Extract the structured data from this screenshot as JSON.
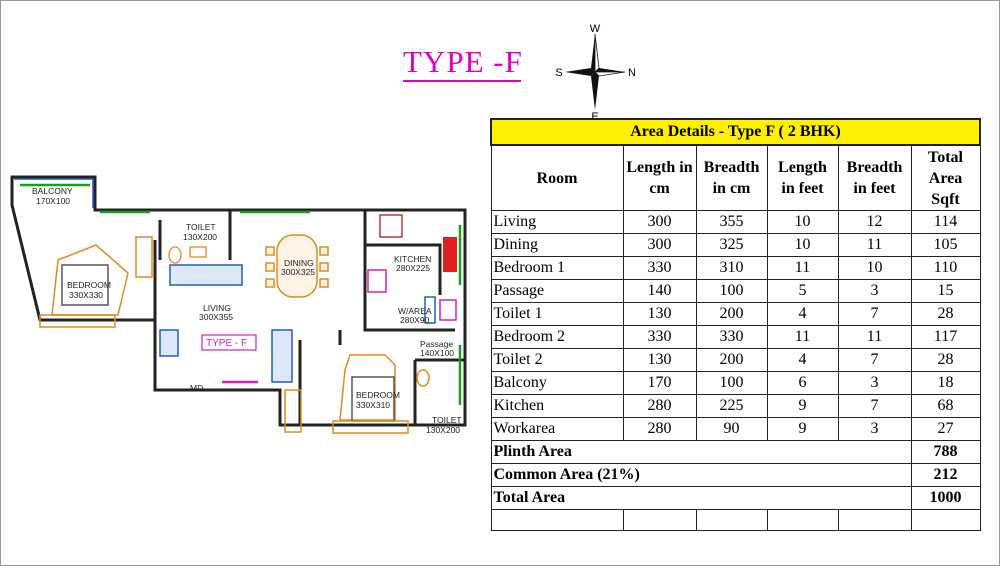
{
  "title": "TYPE -F",
  "compass": {
    "w": "W",
    "n": "N",
    "s": "S",
    "e": "E"
  },
  "plan": {
    "balcony": "BALCONY",
    "balcony_dim": "170X100",
    "toilet1": "TOILET",
    "toilet1_dim": "130X200",
    "dining": "DINING",
    "dining_dim": "300X325",
    "kitchen": "KITCHEN",
    "kitchen_dim": "280X225",
    "bedroom1": "BEDROOM",
    "bedroom1_dim": "330X330",
    "living": "LIVING",
    "living_dim": "300X355",
    "warea": "W/AREA",
    "warea_dim": "280X90",
    "type_tag": "TYPE - F",
    "passage": "Passage",
    "passage_dim": "140X100",
    "md": "MD",
    "bedroom2": "BEDROOM",
    "bedroom2_dim": "330X310",
    "toilet2": "TOILET",
    "toilet2_dim": "130X200"
  },
  "table": {
    "caption": "Area Details - Type F ( 2 BHK)",
    "headers": [
      "Room",
      "Length in cm",
      "Breadth in cm",
      "Length in feet",
      "Breadth in feet",
      "Total Area Sqft"
    ],
    "rows": [
      {
        "room": "Living",
        "len_cm": "300",
        "br_cm": "355",
        "len_ft": "10",
        "br_ft": "12",
        "area": "114"
      },
      {
        "room": "Dining",
        "len_cm": "300",
        "br_cm": "325",
        "len_ft": "10",
        "br_ft": "11",
        "area": "105"
      },
      {
        "room": "Bedroom 1",
        "len_cm": "330",
        "br_cm": "310",
        "len_ft": "11",
        "br_ft": "10",
        "area": "110"
      },
      {
        "room": "Passage",
        "len_cm": "140",
        "br_cm": "100",
        "len_ft": "5",
        "br_ft": "3",
        "area": "15"
      },
      {
        "room": "Toilet 1",
        "len_cm": "130",
        "br_cm": "200",
        "len_ft": "4",
        "br_ft": "7",
        "area": "28"
      },
      {
        "room": "Bedroom 2",
        "len_cm": "330",
        "br_cm": "330",
        "len_ft": "11",
        "br_ft": "11",
        "area": "117"
      },
      {
        "room": "Toilet 2",
        "len_cm": "130",
        "br_cm": "200",
        "len_ft": "4",
        "br_ft": "7",
        "area": "28"
      },
      {
        "room": "Balcony",
        "len_cm": "170",
        "br_cm": "100",
        "len_ft": "6",
        "br_ft": "3",
        "area": "18"
      },
      {
        "room": "Kitchen",
        "len_cm": "280",
        "br_cm": "225",
        "len_ft": "9",
        "br_ft": "7",
        "area": "68"
      },
      {
        "room": "Workarea",
        "len_cm": "280",
        "br_cm": "90",
        "len_ft": "9",
        "br_ft": "3",
        "area": "27"
      }
    ],
    "plinth_label": "Plinth Area",
    "plinth_value": "788",
    "common_label": "Common Area (21%)",
    "common_value": "212",
    "total_label": "Total Area",
    "total_value": "1000"
  },
  "colors": {
    "title": "#e000c8",
    "caption_bg": "#ffef00",
    "furniture": "#e08a1e",
    "sofa": "#1f5fbf",
    "window": "#19a019"
  }
}
